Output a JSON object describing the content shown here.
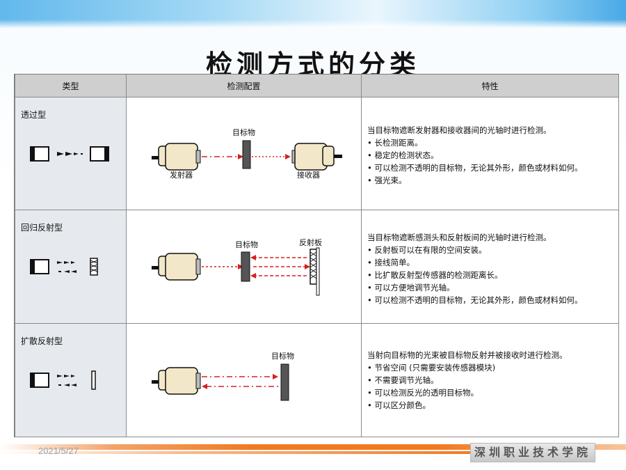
{
  "title": "检测方式的分类",
  "table": {
    "headers": [
      "类型",
      "检测配置",
      "特性"
    ],
    "rows": [
      {
        "type": "透过型",
        "config_labels": {
          "target": "目标物",
          "emitter": "发射器",
          "receiver": "接收器"
        },
        "properties_title": "当目标物遮断发射器和接收器间的光轴时进行检测。",
        "properties": [
          "长检测距离。",
          "稳定的检测状态。",
          "可以检测不透明的目标物，无论其外形，颜色或材料如何。",
          "强光束。"
        ]
      },
      {
        "type": "回归反射型",
        "config_labels": {
          "target": "目标物",
          "reflector": "反射板"
        },
        "properties_title": "当目标物遮断感测头和反射板间的光轴时进行检测。",
        "properties": [
          "反射板可以在有限的空间安装。",
          "接线简单。",
          "比扩散反射型传感器的检测距离长。",
          "可以方便地调节光轴。",
          "可以检测不透明的目标物，无论其外形，颜色或材料如何。"
        ]
      },
      {
        "type": "扩散反射型",
        "config_labels": {
          "target": "目标物"
        },
        "properties_title": "当射向目标物的光束被目标物反射并被接收时进行检测。",
        "properties": [
          "节省空间 (只需要安装传感器模块)",
          "不需要调节光轴。",
          "可以检测反光的透明目标物。",
          "可以区分颜色。"
        ]
      }
    ]
  },
  "footer": {
    "date": "2021/5/27",
    "school": "深圳职业技术学院"
  },
  "colors": {
    "beam": "#d62020",
    "header_bg": "#cfcfcf",
    "type_bg": "#e6eaee",
    "sensor_body": "#f2e7c8",
    "accent_orange": "#f07a22"
  }
}
